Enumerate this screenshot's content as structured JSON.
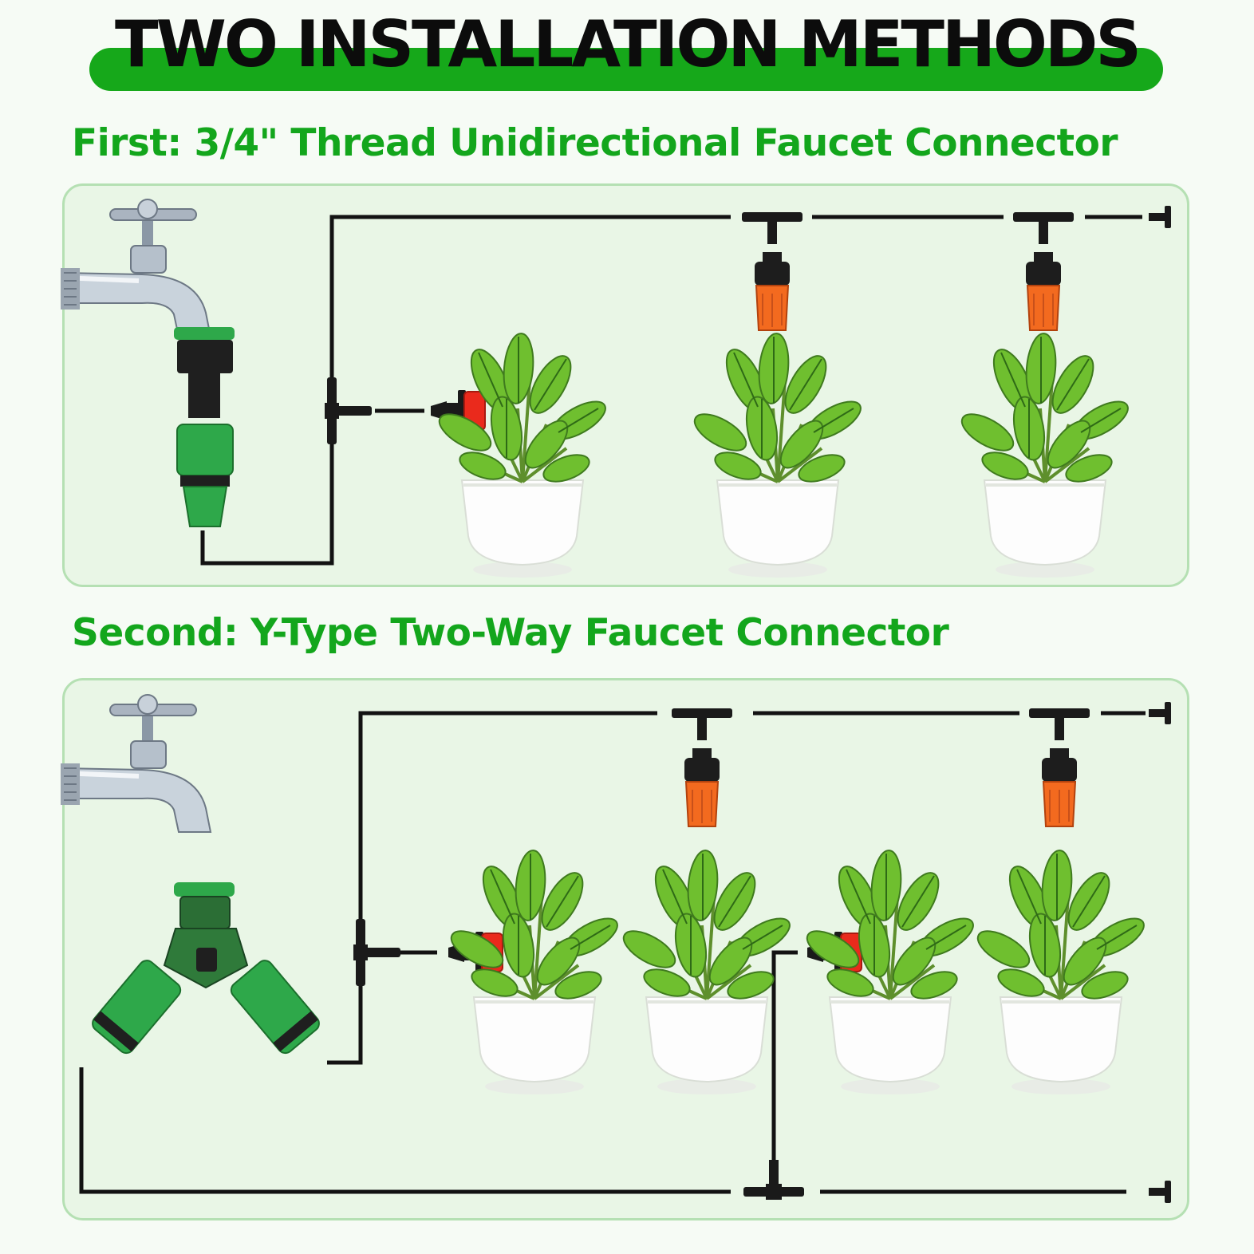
{
  "header": {
    "title": "TWO INSTALLATION METHODS"
  },
  "methods": [
    {
      "label": "First: 3/4\" Thread Unidirectional Faucet Connector"
    },
    {
      "label": "Second: Y-Type Two-Way Faucet Connector"
    }
  ],
  "colors": {
    "brand_green": "#16a81a",
    "subtitle_green": "#13a61c",
    "panel_fill": "#e9f6e6",
    "panel_border": "#b5e0b3",
    "tube_black": "#121212",
    "dripper_orange": "#f36a1f",
    "dripper_red": "#ea2a1c",
    "connector_green": "#2ea84a"
  },
  "icons": [
    "faucet-icon",
    "faucet-connector-icon",
    "y-splitter-icon",
    "tee-connector-icon",
    "end-plug-icon",
    "adjustable-dripper-icon",
    "red-dripper-icon",
    "potted-plant-icon"
  ]
}
